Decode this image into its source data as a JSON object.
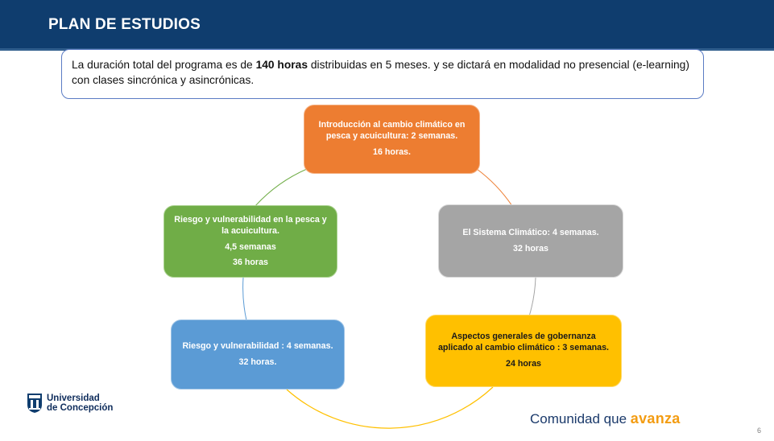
{
  "header": {
    "title": "PLAN DE ESTUDIOS"
  },
  "intro": {
    "before": "La duración total del programa es de ",
    "bold": "140 horas",
    "after": " distribuidas en 5 meses. y se dictará en modalidad no presencial (e-learning) con clases sincrónica y asincrónicas."
  },
  "modules": [
    {
      "title": "Introducción al cambio climático en pesca y acuicultura: 2 semanas.",
      "hours": "16 horas."
    },
    {
      "title": "El Sistema Climático: 4 semanas.",
      "hours": "32 horas"
    },
    {
      "title": "Aspectos generales de gobernanza aplicado al cambio climático : 3 semanas.",
      "hours": "24 horas"
    },
    {
      "title": "Riesgo y vulnerabilidad : 4 semanas.",
      "hours": "32 horas."
    },
    {
      "title": "Riesgo y vulnerabilidad en la pesca y la acuicultura.",
      "weeks": "4,5 semanas",
      "hours": "36 horas"
    }
  ],
  "footer": {
    "university_line1": "Universidad",
    "university_line2": "de Concepción",
    "slogan_prefix": "Comunidad que ",
    "slogan_accent": "avanza",
    "page_number": "6"
  },
  "colors": {
    "header": "#0f3d6e",
    "module1": "#ed7d31",
    "module2": "#a5a5a5",
    "module3": "#ffc000",
    "module4": "#5b9bd5",
    "module5": "#70ad47",
    "accent": "#f39c12"
  },
  "icons": [
    "university-shield-icon"
  ]
}
